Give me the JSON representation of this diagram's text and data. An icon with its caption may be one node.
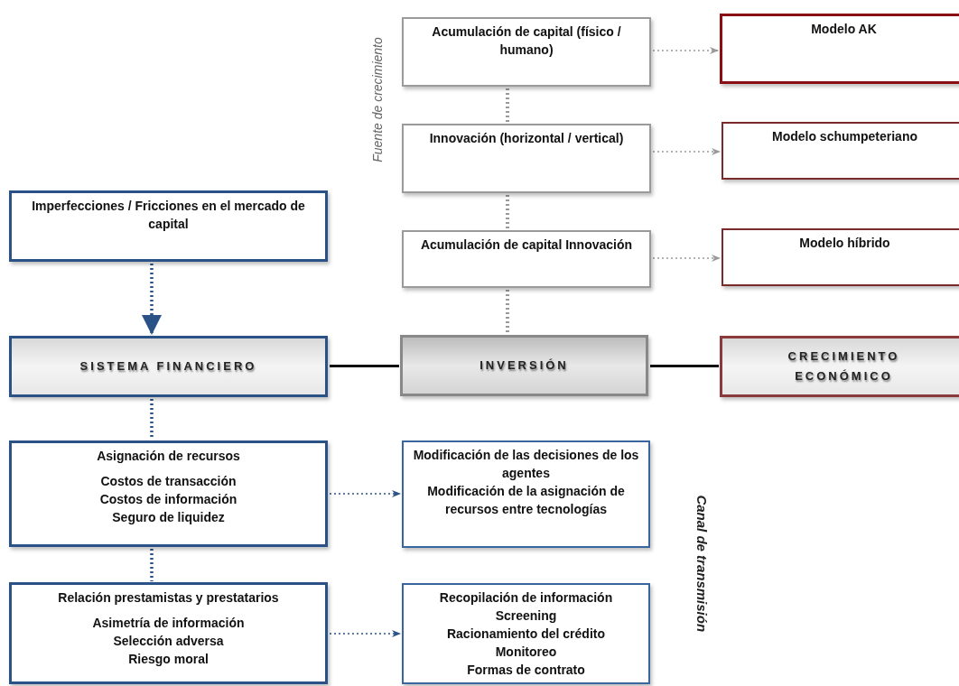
{
  "diagram": {
    "nodes": [
      {
        "text": [
          "Imperfecciones / Fricciones en el mercado de capital"
        ]
      },
      {
        "text": [
          "Acumulación de capital (físico / humano)"
        ]
      },
      {
        "text": [
          "Modelo AK"
        ]
      },
      {
        "text": [
          "Innovación (horizontal / vertical)"
        ]
      },
      {
        "text": [
          "Modelo schumpeteriano"
        ]
      },
      {
        "text": [
          "Acumulación de capital Innovación"
        ]
      },
      {
        "text": [
          "Modelo híbrido"
        ]
      },
      {
        "text": [
          "SISTEMA FINANCIERO"
        ]
      },
      {
        "text": [
          "INVERSIÓN"
        ]
      },
      {
        "text": [
          "CRECIMIENTO ECONÓMICO"
        ]
      },
      {
        "text": [
          "Asignación de recursos",
          "Costos de transacción",
          "Costos de información",
          "Seguro de liquidez"
        ]
      },
      {
        "text": [
          "Modificación de las decisiones de los agentes",
          "Modificación de la asignación de recursos entre tecnologías"
        ]
      },
      {
        "text": [
          "Relación prestamistas y prestatarios",
          "Asimetría de información",
          "Selección adversa",
          "Riesgo moral"
        ]
      },
      {
        "text": [
          "Recopilación de información",
          "Screening",
          "Racionamiento del crédito",
          "Monitoreo",
          "Formas de contrato"
        ]
      }
    ],
    "edges": [
      {
        "from": 0,
        "to": 7,
        "arrow": "to",
        "style": "dashed",
        "color": "#2b5286"
      },
      {
        "from": 1,
        "to": 2,
        "arrow": "to",
        "style": "dashed"
      },
      {
        "from": 3,
        "to": 4,
        "arrow": "to",
        "style": "dashed"
      },
      {
        "from": 5,
        "to": 6,
        "arrow": "to",
        "style": "dashed"
      },
      {
        "from": 1,
        "to": 3,
        "arrow": "none",
        "style": "dashed"
      },
      {
        "from": 3,
        "to": 5,
        "arrow": "none",
        "style": "dashed"
      },
      {
        "from": 5,
        "to": 8,
        "arrow": "none",
        "style": "dashed"
      },
      {
        "from": 7,
        "to": 8,
        "arrow": "none",
        "color": "#111111"
      },
      {
        "from": 8,
        "to": 9,
        "arrow": "none",
        "color": "#111111"
      },
      {
        "from": 7,
        "to": 10,
        "arrow": "none",
        "style": "dashed",
        "color": "#2b5286"
      },
      {
        "from": 10,
        "to": 12,
        "arrow": "none",
        "style": "dashed",
        "color": "#2b5286"
      },
      {
        "from": 10,
        "to": 11,
        "arrow": "to",
        "style": "dashed",
        "color": "#2b5286"
      },
      {
        "from": 12,
        "to": 13,
        "arrow": "to",
        "style": "dashed",
        "color": "#2b5286"
      }
    ],
    "labels": [
      "Fuente de crecimiento",
      "Canal de transmisión"
    ]
  }
}
